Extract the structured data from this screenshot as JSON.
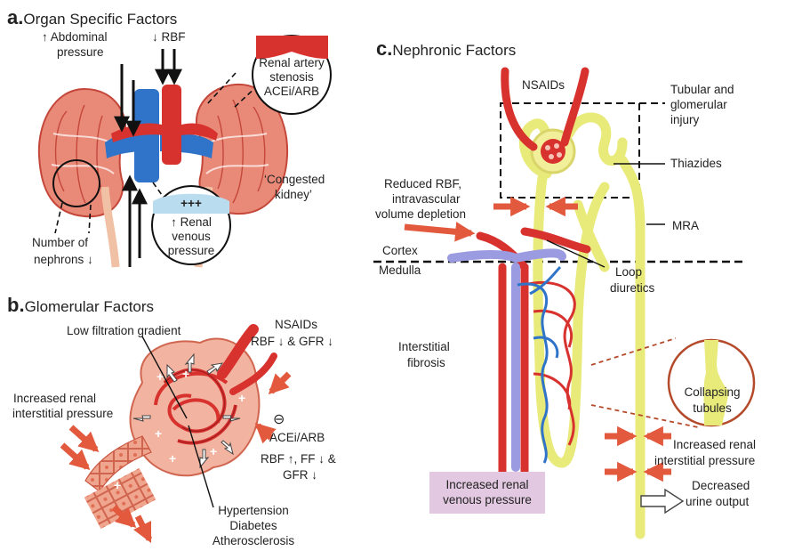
{
  "panel_a": {
    "letter": "a.",
    "title": "Organ Specific Factors",
    "abdominal": "↑ Abdominal",
    "pressure": "pressure",
    "rbf": "↓ RBF",
    "stenosis_1": "Renal artery",
    "stenosis_2": "stenosis",
    "stenosis_3": "ACEi/ARB",
    "congested_1": "‘Congested",
    "congested_2": "kidney’",
    "venous_plus": "+++",
    "venous_1": "↑ Renal",
    "venous_2": "venous",
    "venous_3": "pressure",
    "nephrons_1": "Number of",
    "nephrons_2": "nephrons ↓"
  },
  "panel_b": {
    "letter": "b.",
    "title": "Glomerular Factors",
    "gradient": "Low filtration gradient",
    "nsaids": "NSAIDs",
    "rbf_gfr": "RBF ↓ & GFR ↓",
    "interstitial_1": "Increased renal",
    "interstitial_2": "interstitial pressure",
    "inhibit": "⊖",
    "acei": "ACEi/ARB",
    "acei_effect_1": "RBF ↑, FF ↓ &",
    "acei_effect_2": "GFR ↓",
    "htn_1": "Hypertension",
    "htn_2": "Diabetes",
    "htn_3": "Atherosclerosis"
  },
  "panel_c": {
    "letter": "c.",
    "title": "Nephronic Factors",
    "nsaids": "NSAIDs",
    "tubular_1": "Tubular and",
    "tubular_2": "glomerular",
    "tubular_3": "injury",
    "thiazides": "Thiazides",
    "reduced_1": "Reduced RBF,",
    "reduced_2": "intravascular",
    "reduced_3": "volume depletion",
    "mra": "MRA",
    "cortex": "Cortex",
    "medulla": "Medulla",
    "loop_1": "Loop",
    "loop_2": "diuretics",
    "fibrosis_1": "Interstitial",
    "fibrosis_2": "fibrosis",
    "collapsing_1": "Collapsing",
    "collapsing_2": "tubules",
    "interstitial_1": "Increased renal",
    "interstitial_2": "interstitial pressure",
    "venous_1": "Increased renal",
    "venous_2": "venous pressure",
    "urine_1": "Decreased",
    "urine_2": "urine output"
  },
  "colors": {
    "artery": "#d8322f",
    "vein": "#2f74c8",
    "tubule": "#e8ea7a",
    "renal_tissue": "#e98a78",
    "interstitium": "#f2b3a0",
    "arrow": "#e2593d",
    "venous_box": "#e2c8e0"
  }
}
